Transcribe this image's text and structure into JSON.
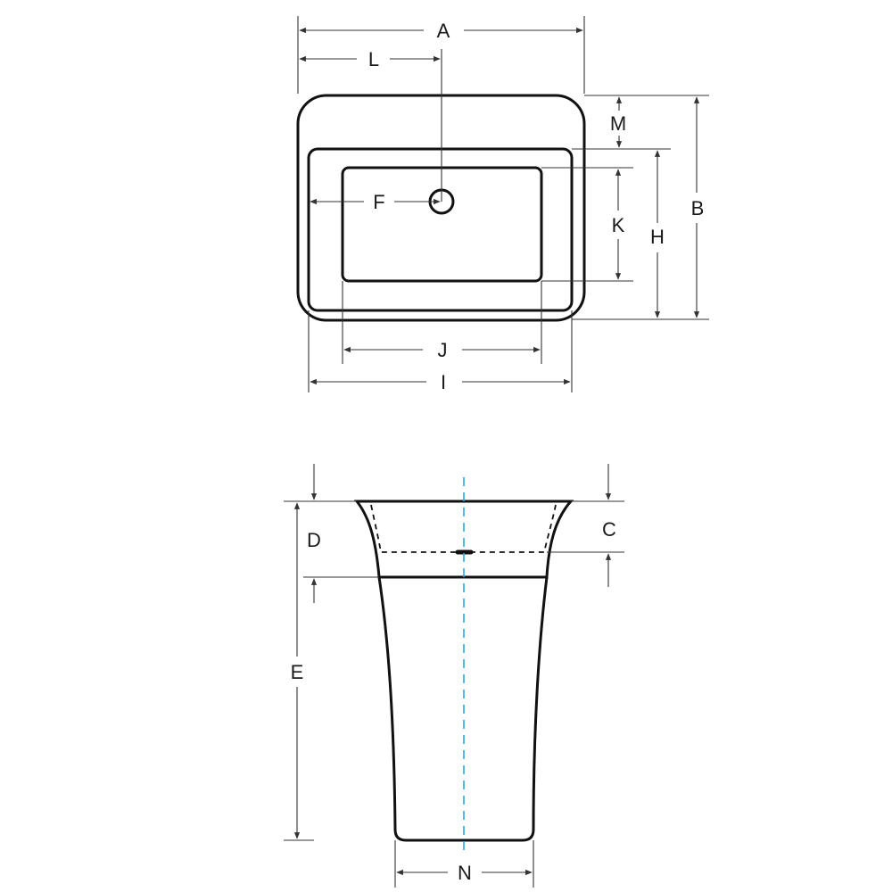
{
  "labels": {
    "A": "A",
    "L": "L",
    "M": "M",
    "B": "B",
    "F": "F",
    "K": "K",
    "H": "H",
    "J": "J",
    "I": "I",
    "D": "D",
    "C": "C",
    "E": "E",
    "N": "N"
  },
  "colors": {
    "outline": "#111111",
    "dimension_line": "#333333",
    "centerline": "#29a8e0",
    "background": "#ffffff"
  }
}
